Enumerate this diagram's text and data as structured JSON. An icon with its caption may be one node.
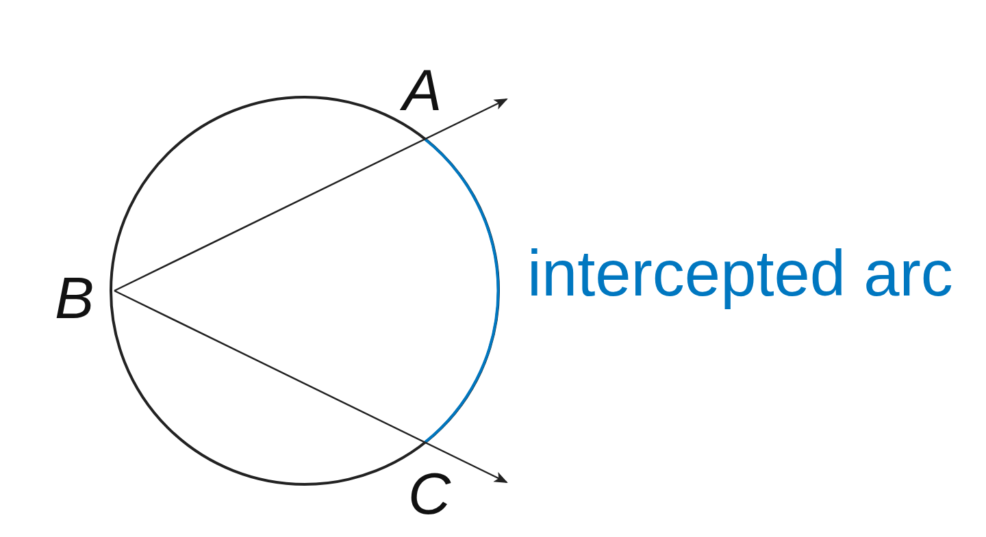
{
  "diagram": {
    "labels": [
      "A",
      "intercepted arc",
      "B",
      "C"
    ]
  }
}
